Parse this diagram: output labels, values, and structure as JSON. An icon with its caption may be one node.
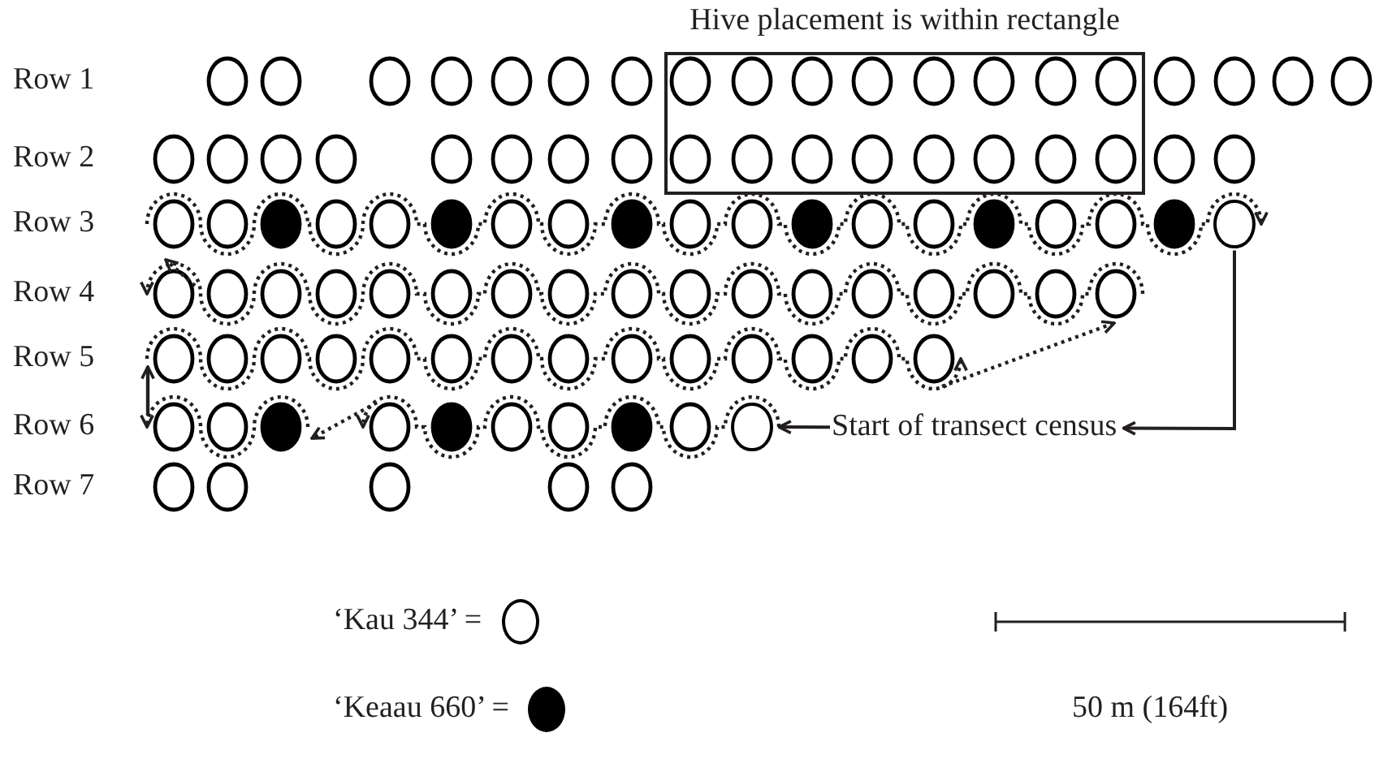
{
  "diagram": {
    "nodes": [
      {
        "text": [
          "Hive placement is within rectangle"
        ]
      },
      {
        "text": [],
        "shape": "circle"
      },
      {
        "text": [],
        "shape": "circle"
      },
      {
        "text": [
          "Start of transect census"
        ]
      }
    ],
    "edges": [
      {
        "from": 1,
        "to": 3,
        "arrow": "to"
      },
      {
        "from": 3,
        "to": 2,
        "arrow": "to"
      }
    ],
    "labels": [
      "Row 1",
      "Row 2",
      "Row 3",
      "Row 4",
      "Row 5",
      "Row 6",
      "Row 7",
      "50 m (164ft)"
    ],
    "legend": [
      {
        "text": "‘Kau 344’ ="
      },
      {
        "text": "‘Keaau 660’ =",
        "color": "#000000"
      }
    ]
  }
}
